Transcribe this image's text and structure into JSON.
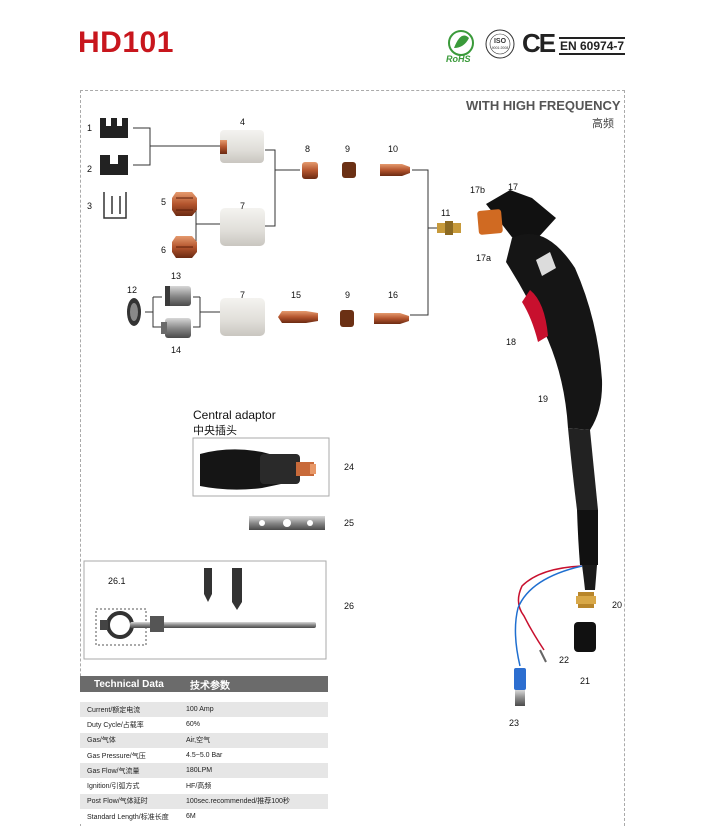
{
  "header": {
    "model": "HD101",
    "certifications": {
      "rohs": "RoHS",
      "iso": "ISO",
      "iso_sub": "9001:2008",
      "ce": "CE",
      "standard": "EN 60974-7"
    }
  },
  "diagram": {
    "mode_en": "WITH HIGH FREQUENCY",
    "mode_cn": "高频",
    "part_numbers": [
      "1",
      "2",
      "3",
      "4",
      "5",
      "6",
      "7",
      "7",
      "8",
      "9",
      "9",
      "10",
      "11",
      "12",
      "13",
      "14",
      "15",
      "16",
      "17",
      "17a",
      "17b",
      "18",
      "19",
      "20",
      "21",
      "22",
      "23",
      "24",
      "25",
      "26",
      "26.1"
    ],
    "central_adaptor_en": "Central adaptor",
    "central_adaptor_cn": "中央插头"
  },
  "spec_table": {
    "header_en": "Technical Data",
    "header_cn": "技术参数",
    "rows": [
      {
        "label": "Current/额定电流",
        "value": "100 Amp"
      },
      {
        "label": "Duty Cycle/占载率",
        "value": "60%"
      },
      {
        "label": "Gas/气体",
        "value": "Air,空气"
      },
      {
        "label": "Gas Pressure/气压",
        "value": "4.5~5.0 Bar"
      },
      {
        "label": "Gas Flow/气流量",
        "value": "180LPM"
      },
      {
        "label": "Ignition/引弧方式",
        "value": "HF/高频"
      },
      {
        "label": "Post Flow/气体延时",
        "value": "100sec.recommended/推荐100秒"
      },
      {
        "label": "Standard Length/标准长度",
        "value": "6M"
      }
    ]
  },
  "colors": {
    "brand_red": "#c8161d",
    "copper": "#b4552e",
    "ceramic": "#e8e6e2",
    "handle": "#1a1a1a",
    "trigger_red": "#c8102e"
  }
}
